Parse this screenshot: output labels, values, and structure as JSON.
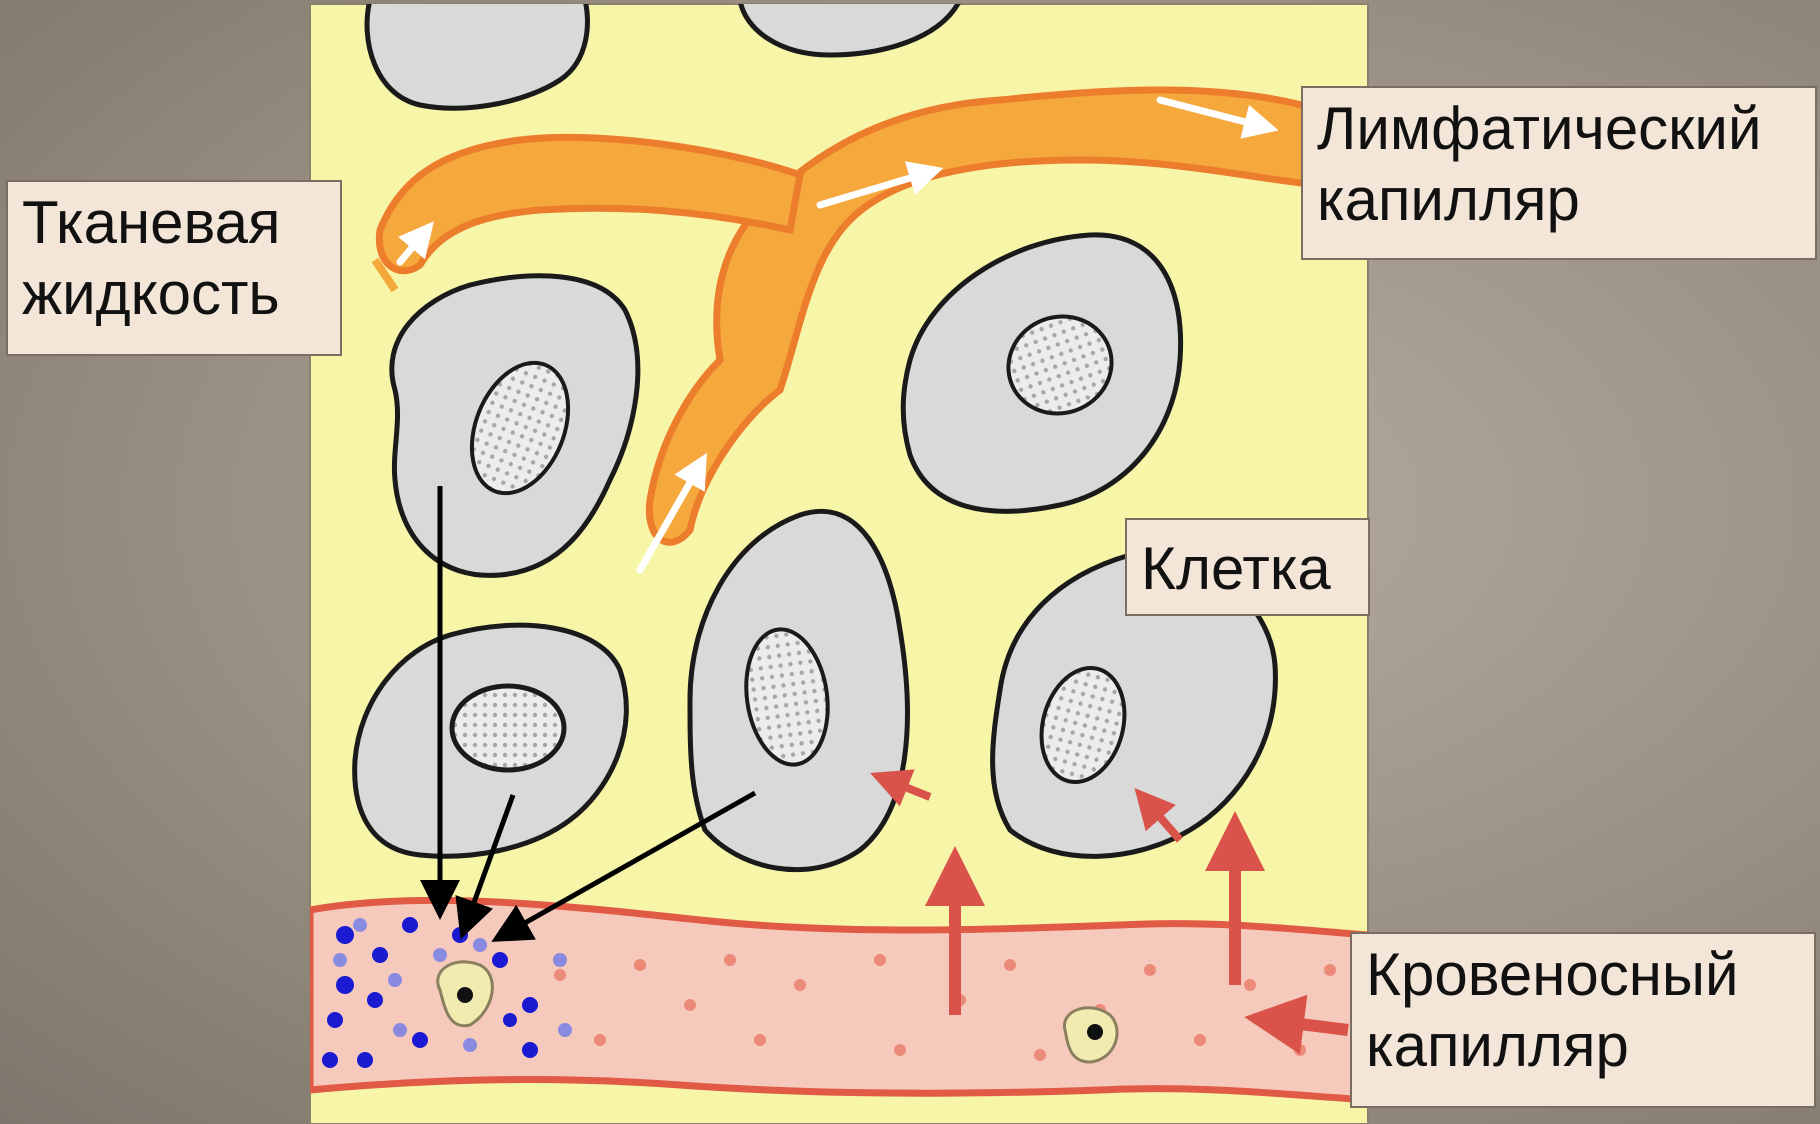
{
  "labels": {
    "tissue_fluid": [
      "Тканевая",
      "жидкость"
    ],
    "lymph_capillary": [
      "Лимфатический",
      "капилляр"
    ],
    "cell": [
      "Клетка"
    ],
    "blood_capillary": [
      "Кровеносный",
      "капилляр"
    ]
  },
  "colors": {
    "background": "#9a9083",
    "tissue_fluid": "#f7f5a8",
    "lymph_vessel": "#f5a83c",
    "lymph_outline": "#ec7d2c",
    "cell_fill": "#d9d9d9",
    "cell_outline": "#1a1a1a",
    "blood_vessel": "#f6c9bd",
    "blood_outline": "#e05a45",
    "red_arrow": "#d9534a",
    "black_arrow": "#000000",
    "label_box": "#f3e6d8"
  },
  "icons": [
    "white-flow-arrow-icon",
    "red-arrow-icon",
    "black-arrow-icon",
    "blood-cell-icon",
    "nucleus-icon"
  ]
}
